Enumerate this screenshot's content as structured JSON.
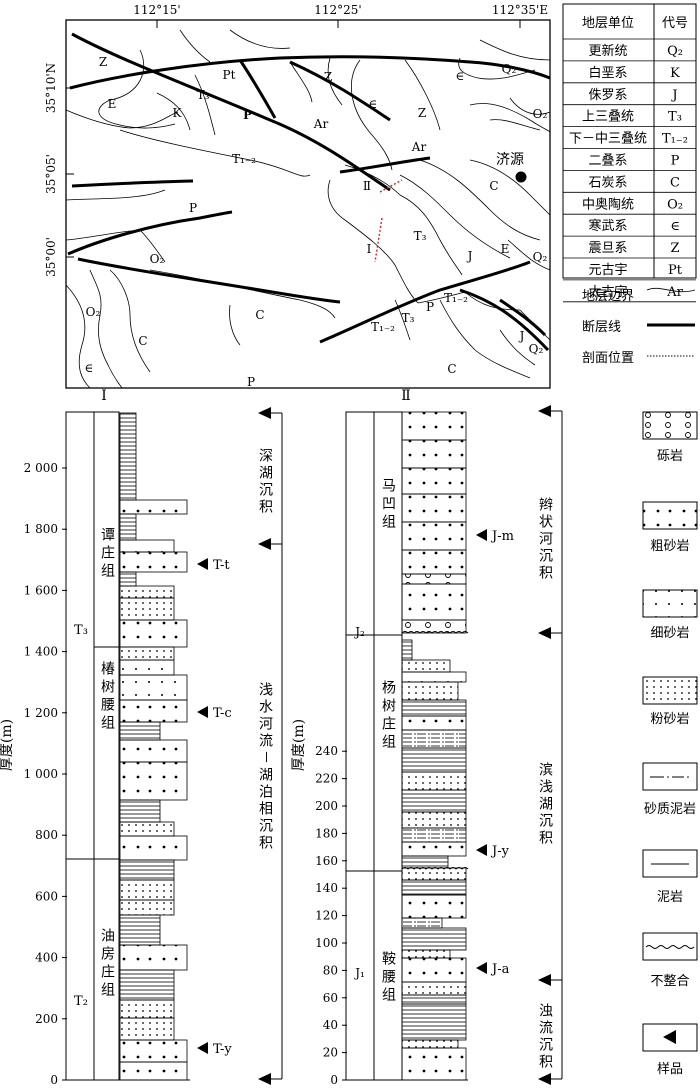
{
  "map": {
    "lon_labels": [
      "112°15'",
      "112°25'",
      "112°35'E"
    ],
    "lat_labels": [
      "35°10'N",
      "35°05'",
      "35°00'"
    ],
    "city": "济源",
    "units": [
      {
        "t": "Z",
        "p": 1
      },
      {
        "t": "E",
        "p": 2
      },
      {
        "t": "Pt",
        "p": 3
      },
      {
        "t": "T₃",
        "p": 4
      },
      {
        "t": "K",
        "p": 5
      },
      {
        "t": "P",
        "p": 6
      },
      {
        "t": "Z",
        "p": 7
      },
      {
        "t": "P",
        "p": 8
      },
      {
        "t": "Ar",
        "p": 9
      },
      {
        "t": "∈",
        "p": 10
      },
      {
        "t": "Z",
        "p": 11
      },
      {
        "t": "∈",
        "p": 12
      },
      {
        "t": "Q₂",
        "p": 13
      },
      {
        "t": "O₂",
        "p": 14
      },
      {
        "t": "Ar",
        "p": 15
      },
      {
        "t": "T₁₋₂",
        "p": 16
      },
      {
        "t": "C",
        "p": 17
      },
      {
        "t": "P",
        "p": 18
      },
      {
        "t": "Ⅱ",
        "p": 19
      },
      {
        "t": "T₃",
        "p": 20
      },
      {
        "t": "Ⅰ",
        "p": 21
      },
      {
        "t": "O₂",
        "p": 22
      },
      {
        "t": "J",
        "p": 23
      },
      {
        "t": "E",
        "p": 24
      },
      {
        "t": "Q₂",
        "p": 25
      },
      {
        "t": "O₂",
        "p": 26
      },
      {
        "t": "C",
        "p": 27
      },
      {
        "t": "C",
        "p": 28
      },
      {
        "t": "T₁₋₂",
        "p": 29
      },
      {
        "t": "T₃",
        "p": 30
      },
      {
        "t": "P",
        "p": 31
      },
      {
        "t": "T₁₋₂",
        "p": 32
      },
      {
        "t": "C",
        "p": 33
      },
      {
        "t": "∈",
        "p": 34
      },
      {
        "t": "P",
        "p": 35
      },
      {
        "t": "J",
        "p": 36
      },
      {
        "t": "Q₂",
        "p": 37
      }
    ]
  },
  "legend_table": {
    "header": [
      "地层单位",
      "代号"
    ],
    "rows": [
      [
        "更新统",
        "Q₂"
      ],
      [
        "白垩系",
        "K"
      ],
      [
        "侏罗系",
        "J"
      ],
      [
        "上三叠统",
        "T₃"
      ],
      [
        "下－中三叠统",
        "T₁₋₂"
      ],
      [
        "二叠系",
        "P"
      ],
      [
        "石炭系",
        "C"
      ],
      [
        "中奥陶统",
        "O₂"
      ],
      [
        "寒武系",
        "∈"
      ],
      [
        "震旦系",
        "Z"
      ],
      [
        "元古宇",
        "Pt"
      ],
      [
        "太古宇",
        "Ar"
      ]
    ]
  },
  "line_legend": [
    "地层边界",
    "断层线",
    "剖面位置"
  ],
  "section1": {
    "title": "Ⅰ",
    "ylabel": "厚度(m)",
    "ticks": [
      0,
      200,
      400,
      600,
      800,
      "1 000",
      "1 200",
      "1 400",
      "1 600",
      "1 800",
      "2 000"
    ],
    "formations": [
      "谭庄组",
      "椿树腰组",
      "油房庄组"
    ],
    "series": [
      "T₃",
      "T₂"
    ],
    "samples": [
      "T-t",
      "T-c",
      "T-y"
    ],
    "facies": [
      "深湖沉积",
      "浅水河流－湖泊相沉积"
    ]
  },
  "section2": {
    "title": "Ⅱ",
    "ylabel": "厚度(m)",
    "ticks": [
      0,
      20,
      40,
      60,
      80,
      100,
      120,
      140,
      160,
      180,
      200,
      220,
      240
    ],
    "formations": [
      "马凹组",
      "杨树庄组",
      "鞍腰组"
    ],
    "series": [
      "J₂",
      "J₁"
    ],
    "samples": [
      "J-m",
      "J-y",
      "J-a"
    ],
    "facies": [
      "辫状河沉积",
      "滨浅湖沉积",
      "浊流沉积"
    ]
  },
  "lith_legend": [
    "砾岩",
    "粗砂岩",
    "细砂岩",
    "粉砂岩",
    "砂质泥岩",
    "泥岩",
    "不整合",
    "样品"
  ]
}
